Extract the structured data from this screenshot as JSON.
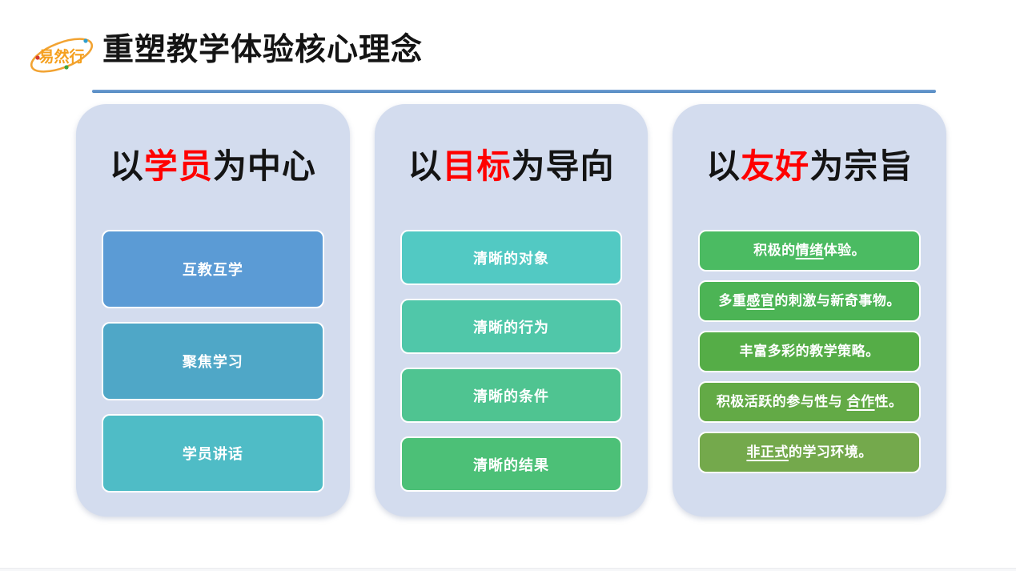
{
  "logo": {
    "text": "易然行",
    "color": "#f5a01e"
  },
  "header": {
    "title": "重塑教学体验核心理念"
  },
  "colors": {
    "accent_rule": "#4e86c0",
    "card_bg": "#d3dcee",
    "highlight": "#ff0000",
    "box_text": "#ffffff",
    "title_text": "#141414"
  },
  "columns": [
    {
      "name": "learner-centered",
      "title": {
        "prefix": "以",
        "highlight": "学员",
        "suffix": "为中心"
      },
      "items": [
        {
          "color": "#5b9bd5",
          "segments": [
            {
              "t": "互教互学"
            }
          ]
        },
        {
          "color": "#4fa7c7",
          "segments": [
            {
              "t": "聚焦学习"
            }
          ]
        },
        {
          "color": "#4fbcc6",
          "segments": [
            {
              "t": "学员讲话"
            }
          ]
        }
      ]
    },
    {
      "name": "goal-oriented",
      "title": {
        "prefix": "以",
        "highlight": "目标",
        "suffix": "为导向"
      },
      "items": [
        {
          "color": "#52c9c3",
          "segments": [
            {
              "t": "清晰的对象"
            }
          ]
        },
        {
          "color": "#50c7a9",
          "segments": [
            {
              "t": "清晰的行为"
            }
          ]
        },
        {
          "color": "#4fc491",
          "segments": [
            {
              "t": "清晰的条件"
            }
          ]
        },
        {
          "color": "#4cc077",
          "segments": [
            {
              "t": "清晰的结果"
            }
          ]
        }
      ]
    },
    {
      "name": "friendly-purposed",
      "title": {
        "prefix": "以",
        "highlight": "友好",
        "suffix": "为宗旨"
      },
      "items": [
        {
          "color": "#4bbb62",
          "segments": [
            {
              "t": "积极的"
            },
            {
              "t": "情绪",
              "u": true
            },
            {
              "t": "体验。"
            }
          ]
        },
        {
          "color": "#4cb455",
          "segments": [
            {
              "t": "多重"
            },
            {
              "t": "感官",
              "u": true
            },
            {
              "t": "的刺激与新奇事物。"
            }
          ]
        },
        {
          "color": "#55ad47",
          "segments": [
            {
              "t": "丰富多彩的教学策略。"
            }
          ]
        },
        {
          "color": "#63aa46",
          "segments": [
            {
              "t": "积极活跃的参与性与 "
            },
            {
              "t": "合作",
              "u": true
            },
            {
              "t": "性。"
            }
          ]
        },
        {
          "color": "#74a94c",
          "segments": [
            {
              "t": "非正式",
              "u": true
            },
            {
              "t": "的学习环境。"
            }
          ]
        }
      ]
    }
  ]
}
